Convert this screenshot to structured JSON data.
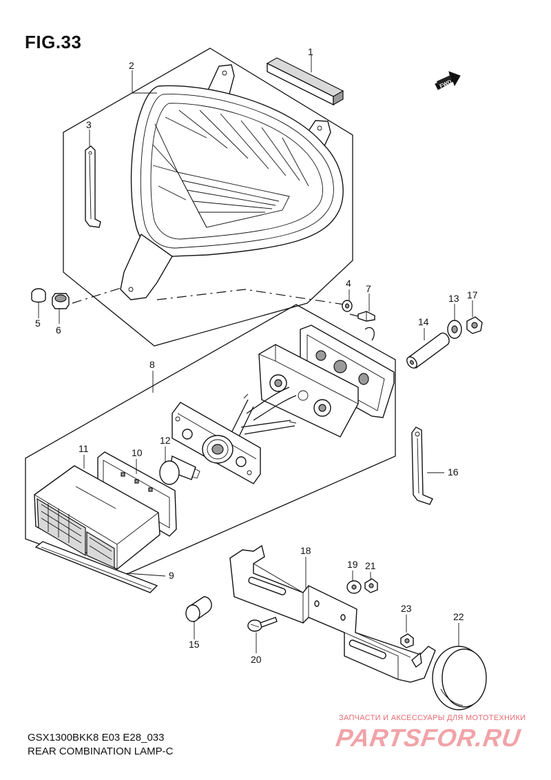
{
  "figure": {
    "title": "FIG.33"
  },
  "fwd_label": "FWD",
  "callouts": [
    "1",
    "2",
    "3",
    "4",
    "5",
    "6",
    "7",
    "8",
    "9",
    "10",
    "11",
    "12",
    "13",
    "14",
    "15",
    "16",
    "17",
    "18",
    "19",
    "20",
    "21",
    "22",
    "23"
  ],
  "footer": {
    "code": "GSX1300BKK8 E03 E28_033",
    "title": "REAR COMBINATION LAMP-C"
  },
  "watermark": {
    "tagline": "ЗАПЧАСТИ И АКСЕССУАРЫ ДЛЯ МОТОТЕХНИКИ",
    "logo": "PARTSFOR.RU"
  }
}
